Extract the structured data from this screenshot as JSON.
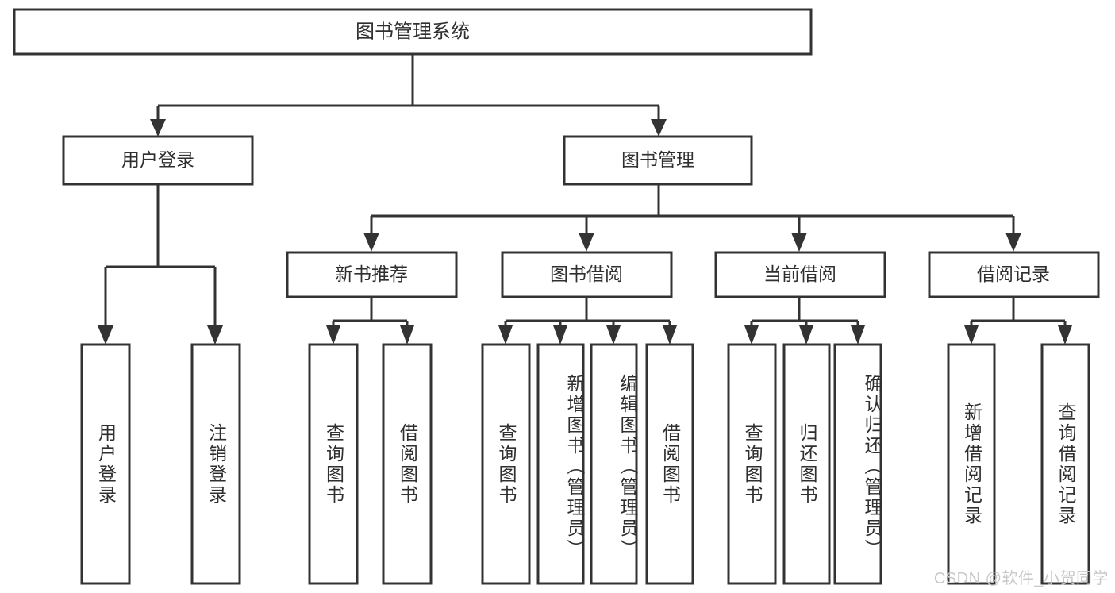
{
  "diagram": {
    "type": "tree-hierarchy-chart",
    "title": "图书管理系统",
    "watermark": "CSDN @软件_小贺同学",
    "colors": {
      "box_stroke": "#333333",
      "box_fill": "#ffffff",
      "text": "#2f2f2f",
      "background": "#ffffff",
      "watermark": "#c9c9c9"
    },
    "root": {
      "id": "root",
      "label": "图书管理系统"
    },
    "level2": [
      {
        "id": "user-login",
        "label": "用户登录"
      },
      {
        "id": "book-management",
        "label": "图书管理"
      }
    ],
    "level3": [
      {
        "id": "new-book-recommend",
        "label": "新书推荐",
        "parent": "book-management"
      },
      {
        "id": "book-borrow",
        "label": "图书借阅",
        "parent": "book-management"
      },
      {
        "id": "current-borrow",
        "label": "当前借阅",
        "parent": "book-management"
      },
      {
        "id": "borrow-record",
        "label": "借阅记录",
        "parent": "book-management"
      }
    ],
    "leaves": [
      {
        "id": "leaf-user-login",
        "label": "用户登录",
        "parent": "user-login"
      },
      {
        "id": "leaf-logout-login",
        "label": "注销登录",
        "parent": "user-login"
      },
      {
        "id": "leaf-query-book-1",
        "label": "查询图书",
        "parent": "new-book-recommend"
      },
      {
        "id": "leaf-borrow-book-1",
        "label": "借阅图书",
        "parent": "new-book-recommend"
      },
      {
        "id": "leaf-query-book-2",
        "label": "查询图书",
        "parent": "book-borrow"
      },
      {
        "id": "leaf-add-book",
        "label": "新增图书（管理员）",
        "parent": "book-borrow"
      },
      {
        "id": "leaf-edit-book",
        "label": "编辑图书（管理员）",
        "parent": "book-borrow"
      },
      {
        "id": "leaf-borrow-book-2",
        "label": "借阅图书",
        "parent": "book-borrow"
      },
      {
        "id": "leaf-query-book-3",
        "label": "查询图书",
        "parent": "current-borrow"
      },
      {
        "id": "leaf-return-book",
        "label": "归还图书",
        "parent": "current-borrow"
      },
      {
        "id": "leaf-confirm-return",
        "label": "确认归还（管理员）",
        "parent": "current-borrow"
      },
      {
        "id": "leaf-add-record",
        "label": "新增借阅记录",
        "parent": "borrow-record"
      },
      {
        "id": "leaf-query-record",
        "label": "查询借阅记录",
        "parent": "borrow-record"
      }
    ]
  }
}
